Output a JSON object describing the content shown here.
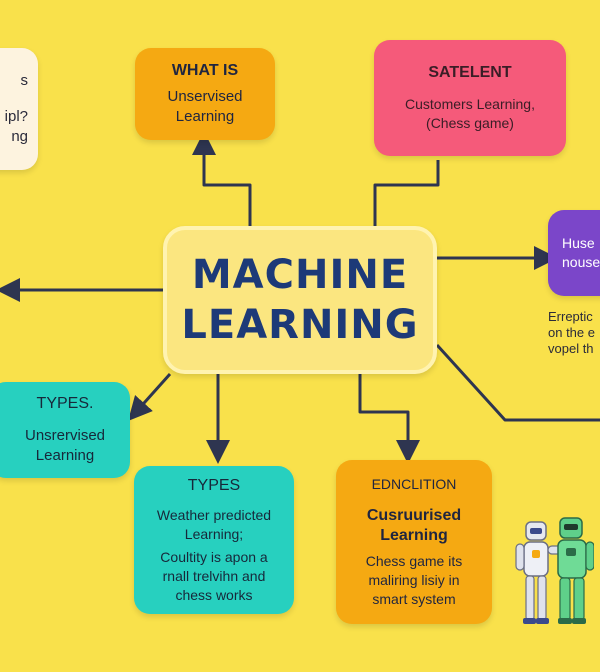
{
  "center": {
    "line1": "MACHINE",
    "line2": "LEARNING"
  },
  "nodes": {
    "top_left_partial": {
      "line1": "s",
      "line2": "ipl?",
      "line3": "ng"
    },
    "what_is": {
      "title": "WHAT IS",
      "line1": "Unservised",
      "line2": "Learning"
    },
    "satelent": {
      "title": "SATELENT",
      "line1": "Customers Learning,",
      "line2": "(Chess game)"
    },
    "right_partial": {
      "line1": "Huse",
      "line2": "nouse"
    },
    "right_text": {
      "line1": "Erreptic",
      "line2": "on the e",
      "line3": "vopel th"
    },
    "types_left": {
      "title": "TYPES.",
      "line1": "Unsrervised",
      "line2": "Learning"
    },
    "types_bottom": {
      "title": "TYPES",
      "line1": "Weather predicted",
      "line2": "Learning;",
      "line3": "Coultity is apon a",
      "line4": "rnall trelvihn and",
      "line5": "chess works"
    },
    "ednclition": {
      "title": "EDNCLITION",
      "sub1": "Cusruurised",
      "sub2": "Learning",
      "line1": "Chess game its",
      "line2": "maliring lisiy in",
      "line3": "smart system"
    }
  },
  "colors": {
    "background": "#f9e14b",
    "center_fill": "#fbe680",
    "orange": "#f5a912",
    "pink": "#f55a7a",
    "purple": "#7b46c9",
    "teal": "#27d0bf",
    "cream": "#fdf3df",
    "connector": "#2e3550",
    "title_blue": "#1d3a78"
  },
  "icons": [
    "arrow-icon",
    "robot-illustration"
  ]
}
